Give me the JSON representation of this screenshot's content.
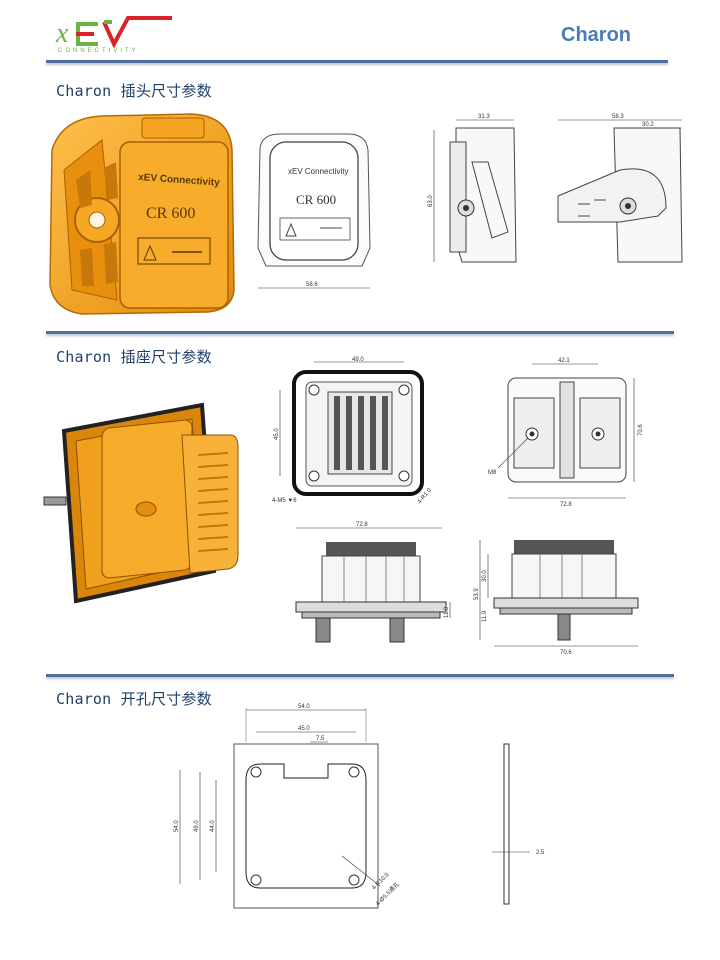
{
  "header": {
    "logo_text": "xEV",
    "logo_sub": "CONNECTIVITY",
    "title": "Charon"
  },
  "sections": [
    {
      "title": "Charon 插头尺寸参数"
    },
    {
      "title": "Charon 插座尺寸参数"
    },
    {
      "title": "Charon 开孔尺寸参数"
    }
  ],
  "plug": {
    "brand": "xEV Connectivity",
    "model": "CR 600",
    "dims": {
      "width": "58.6",
      "side_depth": "31.3",
      "height": "63.0",
      "side_width": "58.3",
      "side_inner": "30.2"
    }
  },
  "socket": {
    "dims": {
      "top_width": "49.0",
      "top_height": "45.0",
      "holes": "4-M5 ▼6",
      "corner": "4-R1.0",
      "rear_spacing": "42.1",
      "rear_height": "70.6",
      "rear_width": "72.8",
      "stud": "M8",
      "front_width": "72.8",
      "front_h1": "11.0",
      "side_total": "53.9",
      "side_h1": "30.0",
      "side_h2": "11.9",
      "side_width": "70.6"
    }
  },
  "cutout": {
    "dims": {
      "outer_width": "54.0",
      "inner_width": "45.0",
      "notch": "7.5",
      "outer_height": "54.0",
      "hole_height": "49.0",
      "inner_height": "44.0",
      "radius": "4-R10.0",
      "hole": "4-Ø5.5通孔",
      "thickness": "2.5"
    }
  },
  "colors": {
    "rule": "#4f6f9f",
    "orange": "#f3a21c",
    "orange_dark": "#c97a08",
    "brand_green": "#6db33f",
    "brand_red": "#d8232a"
  }
}
